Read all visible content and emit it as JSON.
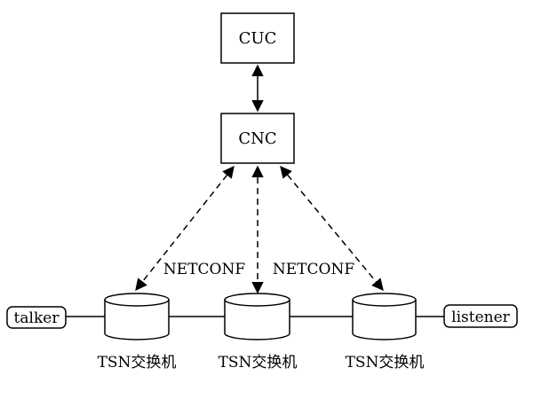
{
  "controllers": {
    "cuc": "CUC",
    "cnc": "CNC"
  },
  "protocol_labels": [
    "NETCONF",
    "NETCONF"
  ],
  "endpoints": {
    "talker": "talker",
    "listener": "listener"
  },
  "switches": [
    "TSN交换机",
    "TSN交换机",
    "TSN交换机"
  ]
}
